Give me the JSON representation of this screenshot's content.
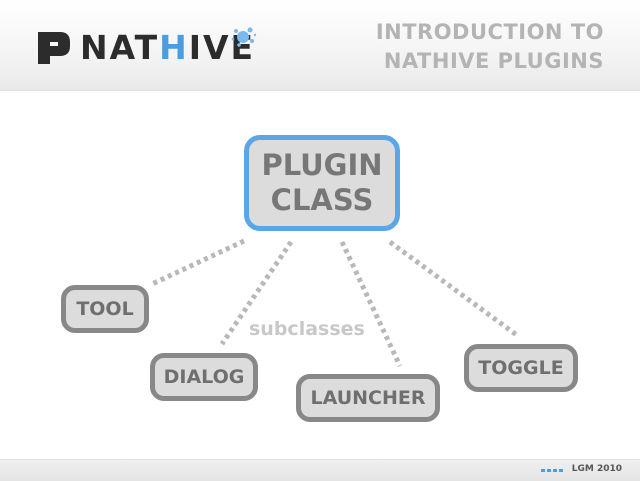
{
  "header": {
    "logo": {
      "text_prefix": "NAT",
      "text_highlight": "H",
      "text_suffix": "IVE"
    },
    "title_line1": "INTRODUCTION TO",
    "title_line2": "NATHIVE PLUGINS"
  },
  "diagram": {
    "parent": {
      "line1": "PLUGIN",
      "line2": "CLASS"
    },
    "children": [
      "TOOL",
      "DIALOG",
      "LAUNCHER",
      "TOGGLE"
    ],
    "connector_label": "subclasses"
  },
  "footer": {
    "text": "LGM 2010"
  },
  "colors": {
    "accent": "#5aa6e6",
    "box_fill": "#dcdcdc",
    "box_border": "#888888",
    "header_text": "#b4b4b4",
    "box_text": "#6f6f6f"
  }
}
